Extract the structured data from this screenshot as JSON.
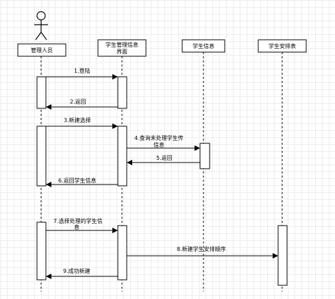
{
  "participants": {
    "admin": "管理人员",
    "ui_line1": "学生管理信息",
    "ui_line2": "界面",
    "info": "学生信息",
    "schedule": "学生安排表"
  },
  "messages": {
    "m1": "1.登陆",
    "m2": "2.返回",
    "m3": "3.新建选择",
    "m4_line1": "4.查询未处理学生传",
    "m4_line2": "信息",
    "m5": "5.返回",
    "m6": "6.返回学生信息",
    "m7_line1": "7.选择处理的学生信",
    "m7_line2": "息",
    "m8": "8.新建学生安排顺序",
    "m9": "9.成功新建"
  }
}
